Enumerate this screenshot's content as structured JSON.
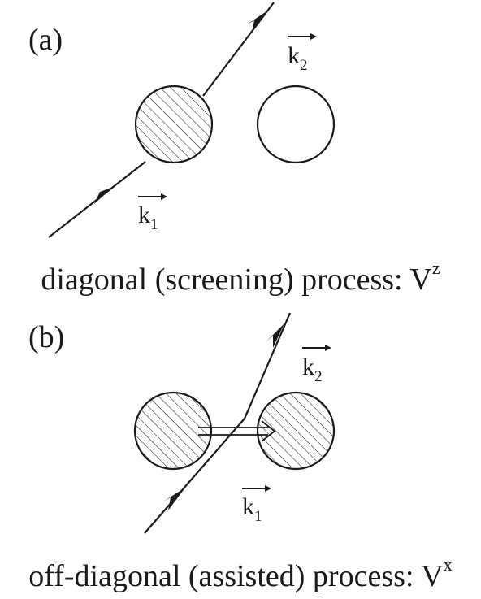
{
  "panel_a": {
    "label": "(a)",
    "k_in": {
      "symbol": "k",
      "subscript": "1"
    },
    "k_out": {
      "symbol": "k",
      "subscript": "2"
    },
    "caption_text": "diagonal (screening) process: V",
    "caption_sup": "z"
  },
  "panel_b": {
    "label": "(b)",
    "k_in": {
      "symbol": "k",
      "subscript": "1"
    },
    "k_out": {
      "symbol": "k",
      "subscript": "2"
    },
    "caption_text": "off-diagonal (assisted) process: V",
    "caption_sup": "x"
  },
  "colors": {
    "ink": "#1a1a1a",
    "background": "#ffffff"
  }
}
